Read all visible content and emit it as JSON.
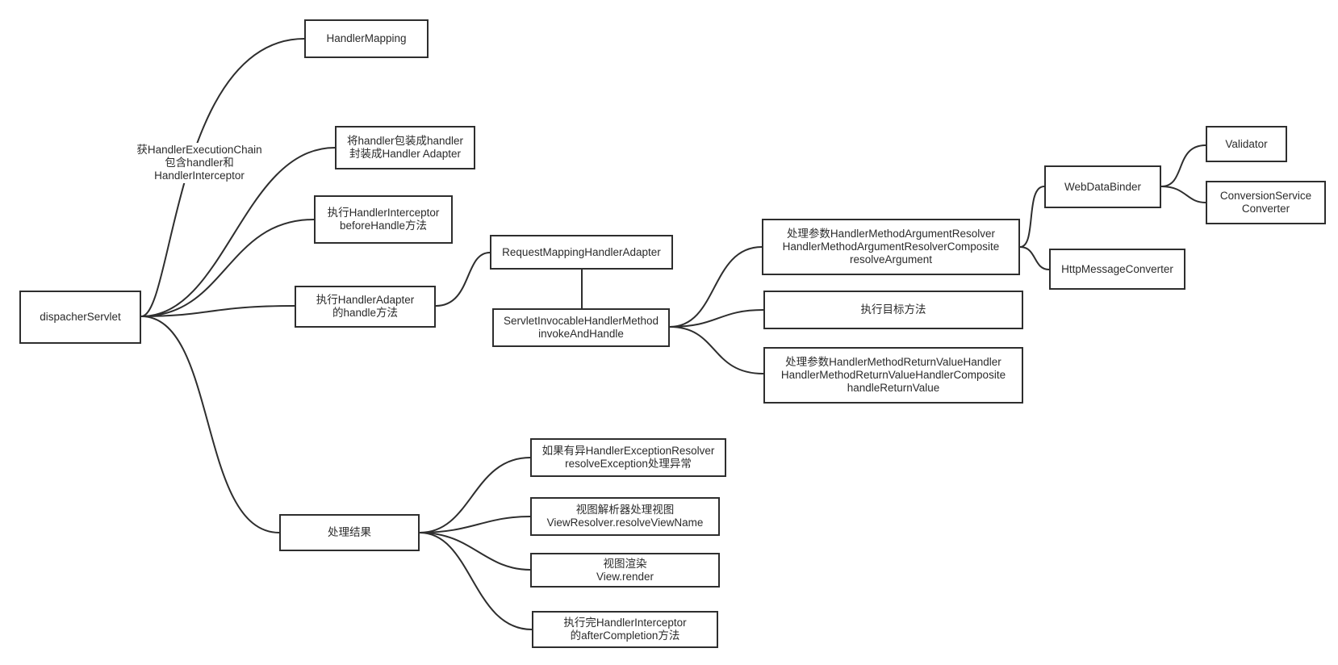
{
  "nodes": {
    "root": "dispacherServlet",
    "handler_mapping": "HandlerMapping",
    "wrap_handler": "将handler包装成handler\n封装成Handler Adapter",
    "interceptor_before": "执行HandlerInterceptor\nbeforeHandle方法",
    "handler_adapter": "执行HandlerAdapter\n的handle方法",
    "process_result": "处理结果",
    "request_mapping_adapter": "RequestMappingHandlerAdapter",
    "invocable_method": "ServletInvocableHandlerMethod\ninvokeAndHandle",
    "resolve_argument": "处理参数HandlerMethodArgumentResolver\nHandlerMethodArgumentResolverComposite\nresolveArgument",
    "invoke_target": "执行目标方法",
    "return_value": "处理参数HandlerMethodReturnValueHandler\nHandlerMethodReturnValueHandlerComposite\nhandleReturnValue",
    "web_data_binder": "WebDataBinder",
    "http_message_converter": "HttpMessageConverter",
    "validator": "Validator",
    "conversion_service": "ConversionService\nConverter",
    "exception_resolver": "如果有异HandlerExceptionResolver\nresolveException处理异常",
    "view_resolver": "视图解析器处理视图\nViewResolver.resolveViewName",
    "view_render": "视图渲染\nView.render",
    "after_completion": "执行完HandlerInterceptor\n的afterCompletion方法"
  },
  "edge_labels": {
    "execution_chain": "获HandlerExecutionChain\n包含handler和\nHandlerInterceptor"
  }
}
